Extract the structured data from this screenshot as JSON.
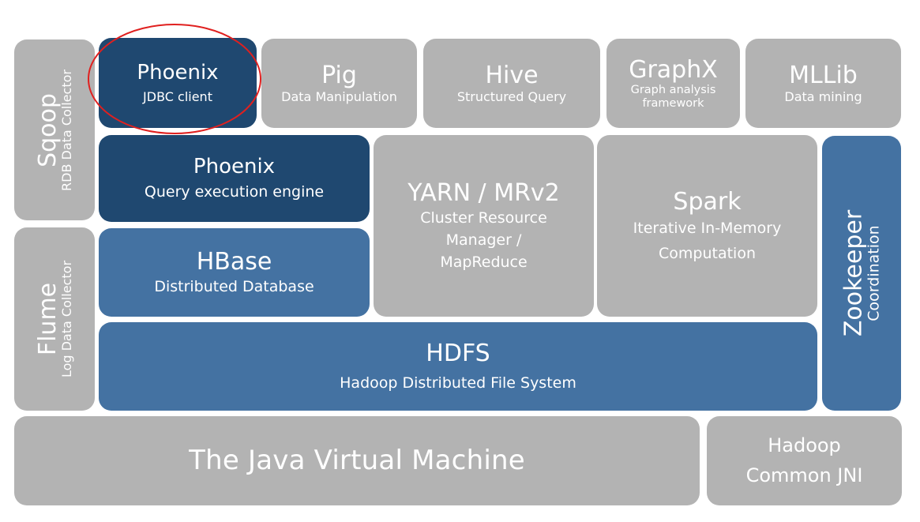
{
  "diagram": {
    "accent_colors": {
      "gray": "#b3b3b3",
      "navy": "#1f4870",
      "blue": "#4472a2",
      "highlight": "#e0201f"
    },
    "highlighted_component": "phoenix_client",
    "components": {
      "sqoop": {
        "title": "Sqoop",
        "subtitle": "RDB Data Collector"
      },
      "flume": {
        "title": "Flume",
        "subtitle": "Log Data Collector"
      },
      "phoenix_client": {
        "title": "Phoenix",
        "subtitle": "JDBC client"
      },
      "pig": {
        "title": "Pig",
        "subtitle": "Data Manipulation"
      },
      "hive": {
        "title": "Hive",
        "subtitle": "Structured Query"
      },
      "graphx": {
        "title": "GraphX",
        "subtitle_lines": [
          "Graph analysis",
          "framework"
        ]
      },
      "mllib": {
        "title": "MLLib",
        "subtitle": "Data mining"
      },
      "phoenix_engine": {
        "title": "Phoenix",
        "subtitle": "Query execution engine"
      },
      "hbase": {
        "title": "HBase",
        "subtitle": "Distributed Database"
      },
      "yarn": {
        "title": "YARN / MRv2",
        "subtitle_lines": [
          "Cluster Resource",
          "Manager /",
          "MapReduce"
        ]
      },
      "spark": {
        "title": "Spark",
        "subtitle_lines": [
          "Iterative In-Memory",
          "Computation"
        ]
      },
      "zookeeper": {
        "title": "Zookeeper",
        "subtitle": "Coordination"
      },
      "hdfs": {
        "title": "HDFS",
        "subtitle": "Hadoop Distributed File System"
      },
      "jvm": {
        "title": "The Java Virtual Machine"
      },
      "hadoop_common": {
        "title_lines": [
          "Hadoop",
          "Common JNI"
        ]
      }
    }
  }
}
